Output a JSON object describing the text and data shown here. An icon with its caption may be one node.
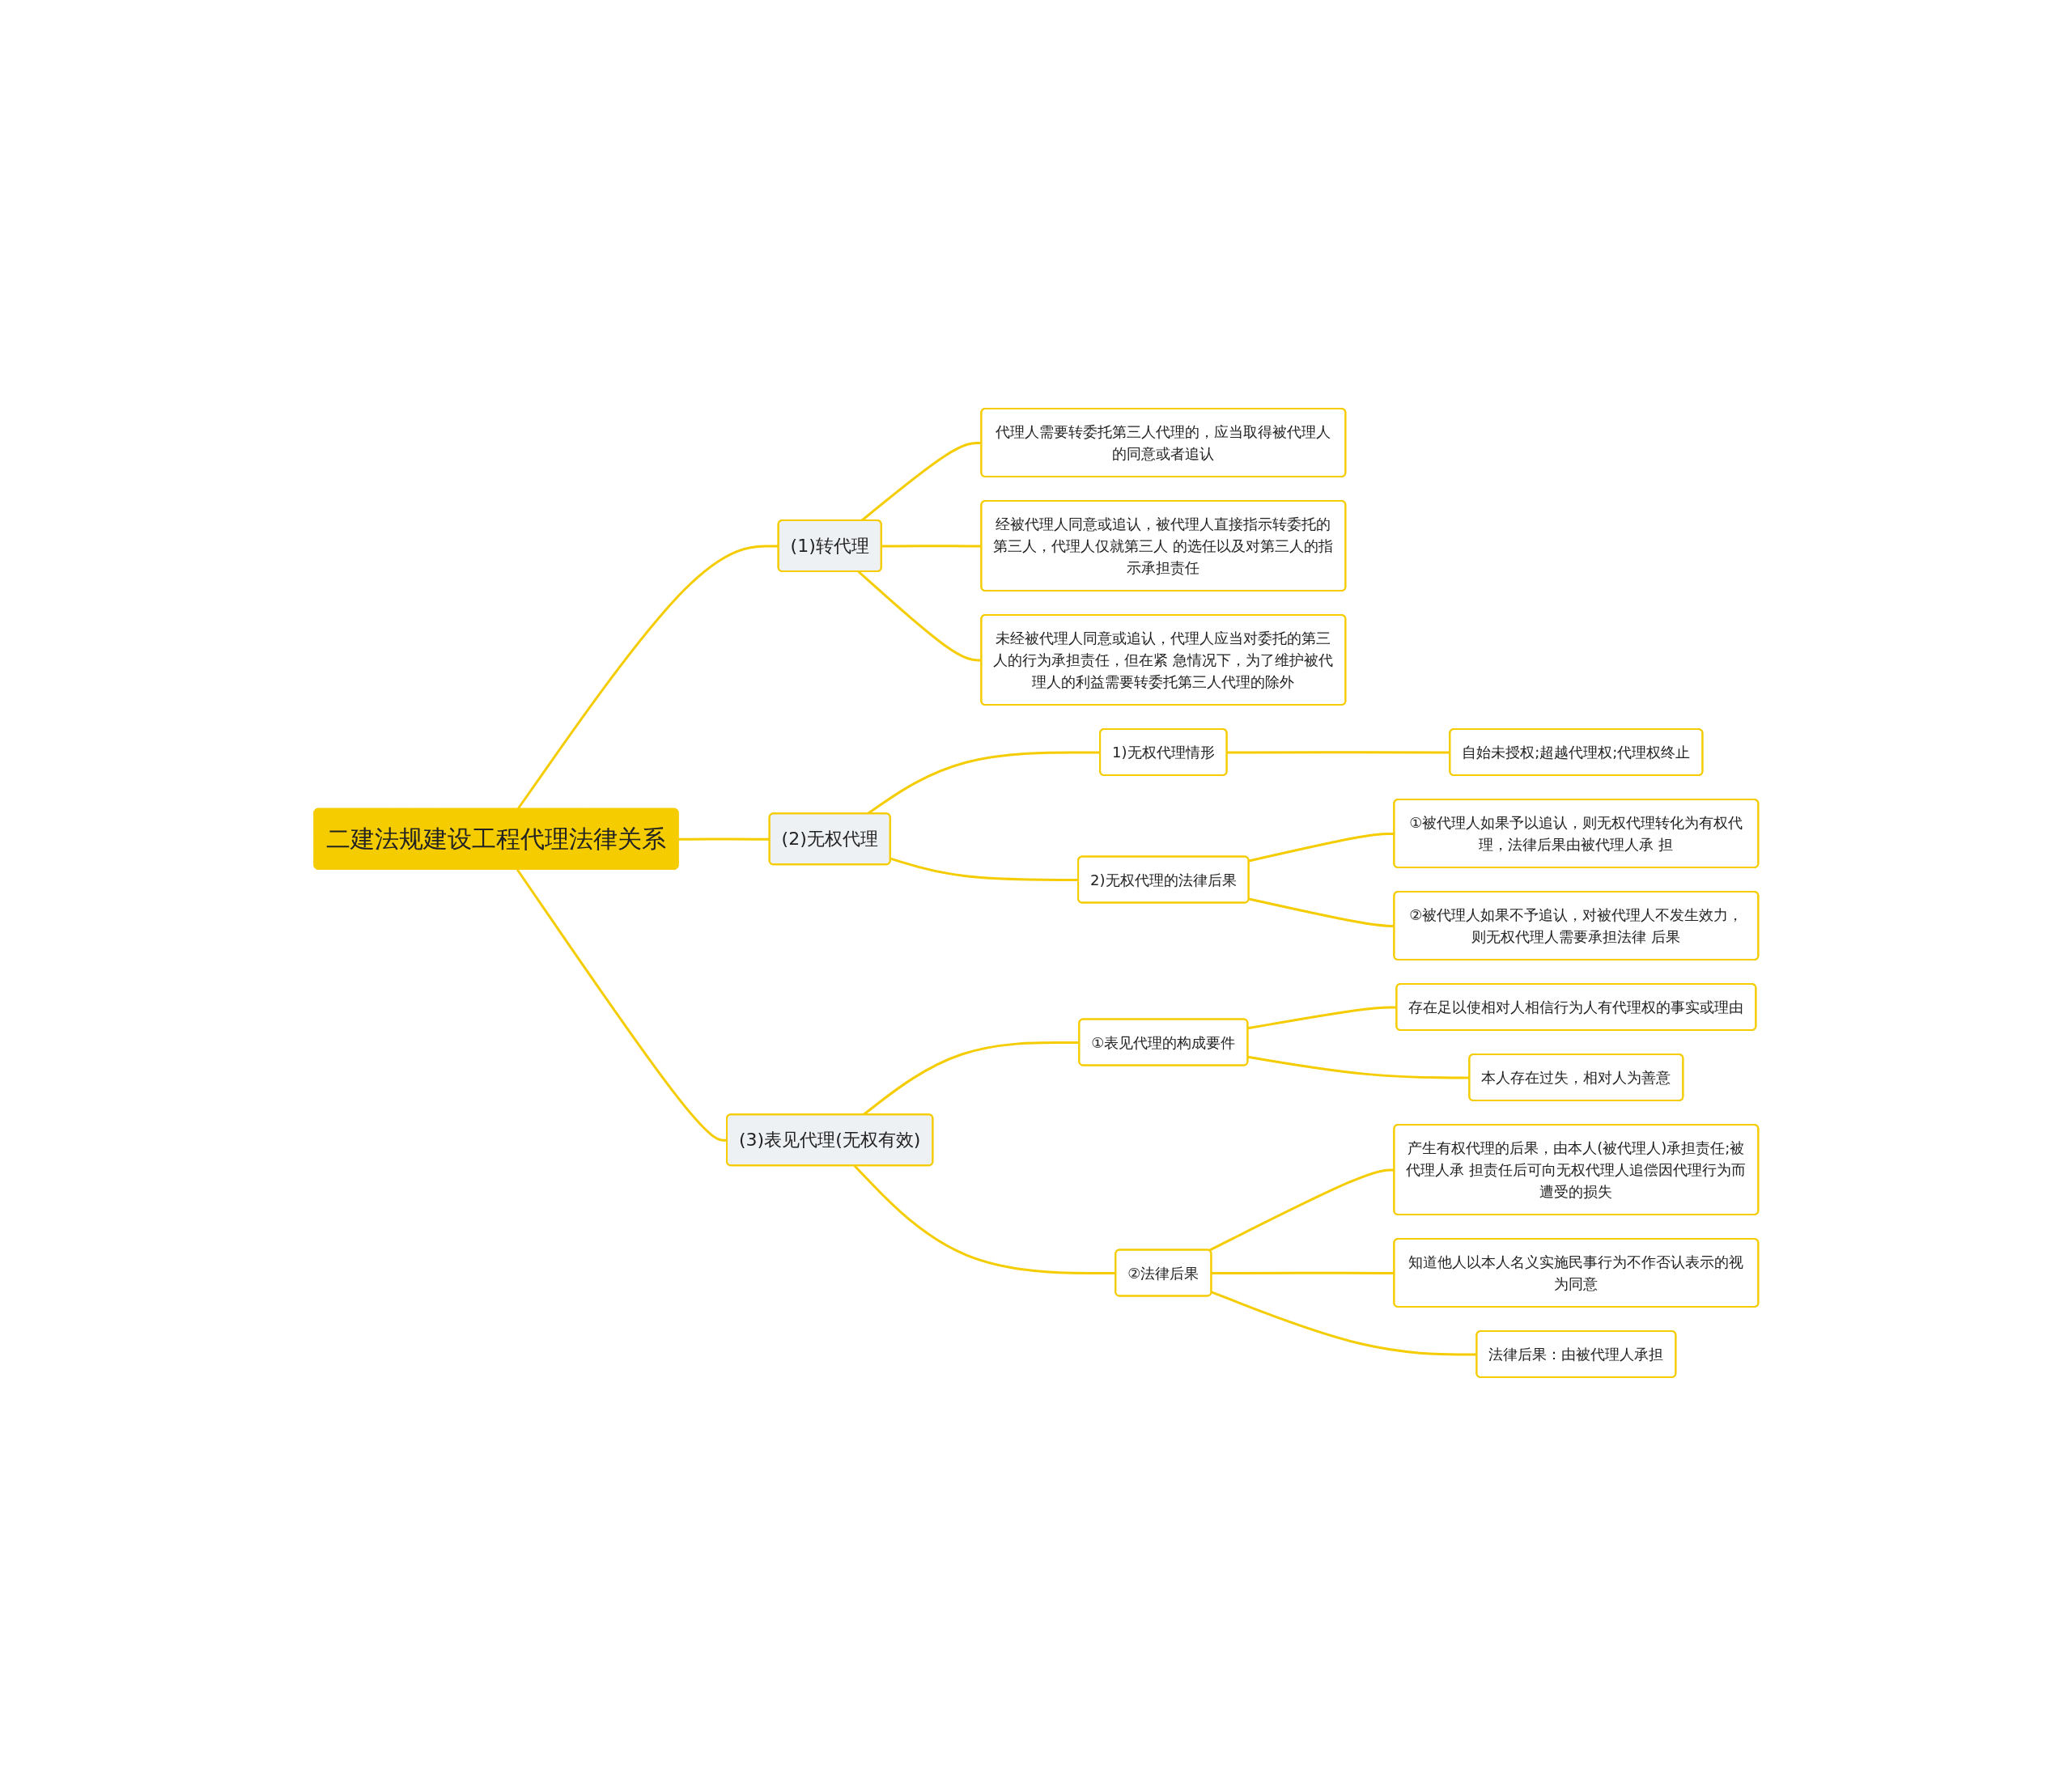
{
  "diagram": {
    "nodes": [
      {
        "text": [
          "二建法规建设工程代理法律关系"
        ]
      },
      {
        "text": [
          "(1)转代理"
        ]
      },
      {
        "text": [
          "代理人需要转委托第三人代理的，应当取得被代理人的同意或者追认"
        ]
      },
      {
        "text": [
          "经被代理人同意或追认，被代理人直接指示转委托的第三人，代理人仅就第三人 的选任以及对第三人的指示承担责任"
        ]
      },
      {
        "text": [
          "未经被代理人同意或追认，代理人应当对委托的第三人的行为承担责任，但在紧 急情况下，为了维护被代理人的利益需要转委托第三人代理的除外"
        ]
      },
      {
        "text": [
          "(2)无权代理"
        ]
      },
      {
        "text": [
          "1)无权代理情形"
        ]
      },
      {
        "text": [
          "自始未授权;超越代理权;代理权终止"
        ]
      },
      {
        "text": [
          "2)无权代理的法律后果"
        ]
      },
      {
        "text": [
          "①被代理人如果予以追认，则无权代理转化为有权代理，法律后果由被代理人承 担"
        ]
      },
      {
        "text": [
          "②被代理人如果不予追认，对被代理人不发生效力，则无权代理人需要承担法律 后果"
        ]
      },
      {
        "text": [
          "(3)表见代理(无权有效)"
        ]
      },
      {
        "text": [
          "①表见代理的构成要件"
        ]
      },
      {
        "text": [
          "存在足以使相对人相信行为人有代理权的事实或理由"
        ]
      },
      {
        "text": [
          "本人存在过失，相对人为善意"
        ]
      },
      {
        "text": [
          "②法律后果"
        ]
      },
      {
        "text": [
          "产生有权代理的后果，由本人(被代理人)承担责任;被代理人承 担责任后可向无权代理人追偿因代理行为而遭受的损失"
        ]
      },
      {
        "text": [
          "知道他人以本人名义实施民事行为不作否认表示的视为同意"
        ]
      },
      {
        "text": [
          "法律后果：由被代理人承担"
        ]
      }
    ],
    "edges": [
      {
        "from": 0,
        "to": 1,
        "arrow": "none"
      },
      {
        "from": 1,
        "to": 2,
        "arrow": "none"
      },
      {
        "from": 1,
        "to": 3,
        "arrow": "none"
      },
      {
        "from": 1,
        "to": 4,
        "arrow": "none"
      },
      {
        "from": 0,
        "to": 5,
        "arrow": "none"
      },
      {
        "from": 5,
        "to": 6,
        "arrow": "none"
      },
      {
        "from": 6,
        "to": 7,
        "arrow": "none"
      },
      {
        "from": 5,
        "to": 8,
        "arrow": "none"
      },
      {
        "from": 8,
        "to": 9,
        "arrow": "none"
      },
      {
        "from": 8,
        "to": 10,
        "arrow": "none"
      },
      {
        "from": 0,
        "to": 11,
        "arrow": "none"
      },
      {
        "from": 11,
        "to": 12,
        "arrow": "none"
      },
      {
        "from": 12,
        "to": 13,
        "arrow": "none"
      },
      {
        "from": 12,
        "to": 14,
        "arrow": "none"
      },
      {
        "from": 11,
        "to": 15,
        "arrow": "none"
      },
      {
        "from": 15,
        "to": 16,
        "arrow": "none"
      },
      {
        "from": 15,
        "to": 17,
        "arrow": "none"
      },
      {
        "from": 15,
        "to": 18,
        "arrow": "none"
      }
    ]
  }
}
